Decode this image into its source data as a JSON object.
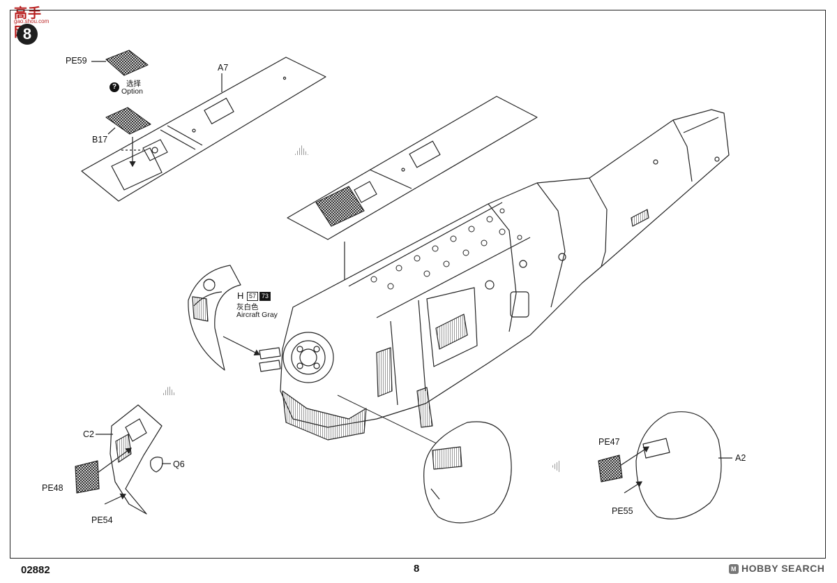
{
  "header": {
    "logo_text": "高手网",
    "logo_url": "gao.shou.com",
    "step_number": "8"
  },
  "callouts": {
    "pe59": "PE59",
    "option_marker": "?",
    "option_cn": "选择",
    "option_en": "Option",
    "b17": "B17",
    "a7": "A7",
    "paint_letter": "H",
    "paint_code_1": "57",
    "paint_code_2": "73",
    "paint_cn": "灰白色",
    "paint_en": "Aircraft Gray",
    "c2": "C2",
    "q6": "Q6",
    "pe48": "PE48",
    "pe54": "PE54",
    "pe47": "PE47",
    "a2": "A2",
    "pe55": "PE55"
  },
  "footer": {
    "kit_number": "02882",
    "page_number": "8",
    "watermark": "HOBBY SEARCH",
    "watermark_mark": "M"
  },
  "colors": {
    "line": "#222222",
    "logo_red": "#b81c1c",
    "badge": "#1e1e1e"
  }
}
